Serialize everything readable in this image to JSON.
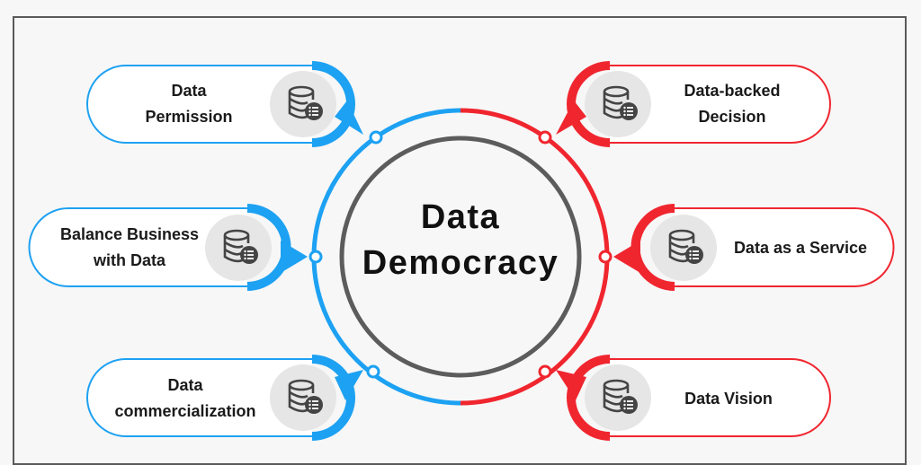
{
  "title": {
    "line1": "Data",
    "line2": "Democracy"
  },
  "items": [
    {
      "label_lines": [
        "Data",
        "Permission"
      ],
      "icon": "database-list-icon"
    },
    {
      "label_lines": [
        "Balance Business",
        "with Data"
      ],
      "icon": "database-list-icon"
    },
    {
      "label_lines": [
        "Data",
        "commercialization"
      ],
      "icon": "database-list-icon"
    },
    {
      "label_lines": [
        "Data-backed",
        "Decision"
      ],
      "icon": "database-list-icon"
    },
    {
      "label_lines": [
        "Data as a Service"
      ],
      "icon": "database-list-icon"
    },
    {
      "label_lines": [
        "Data Vision"
      ],
      "icon": "database-list-icon"
    }
  ],
  "colors": {
    "blue": "#1da1f2",
    "red": "#f0262f",
    "gray": "#5c5c5c"
  }
}
